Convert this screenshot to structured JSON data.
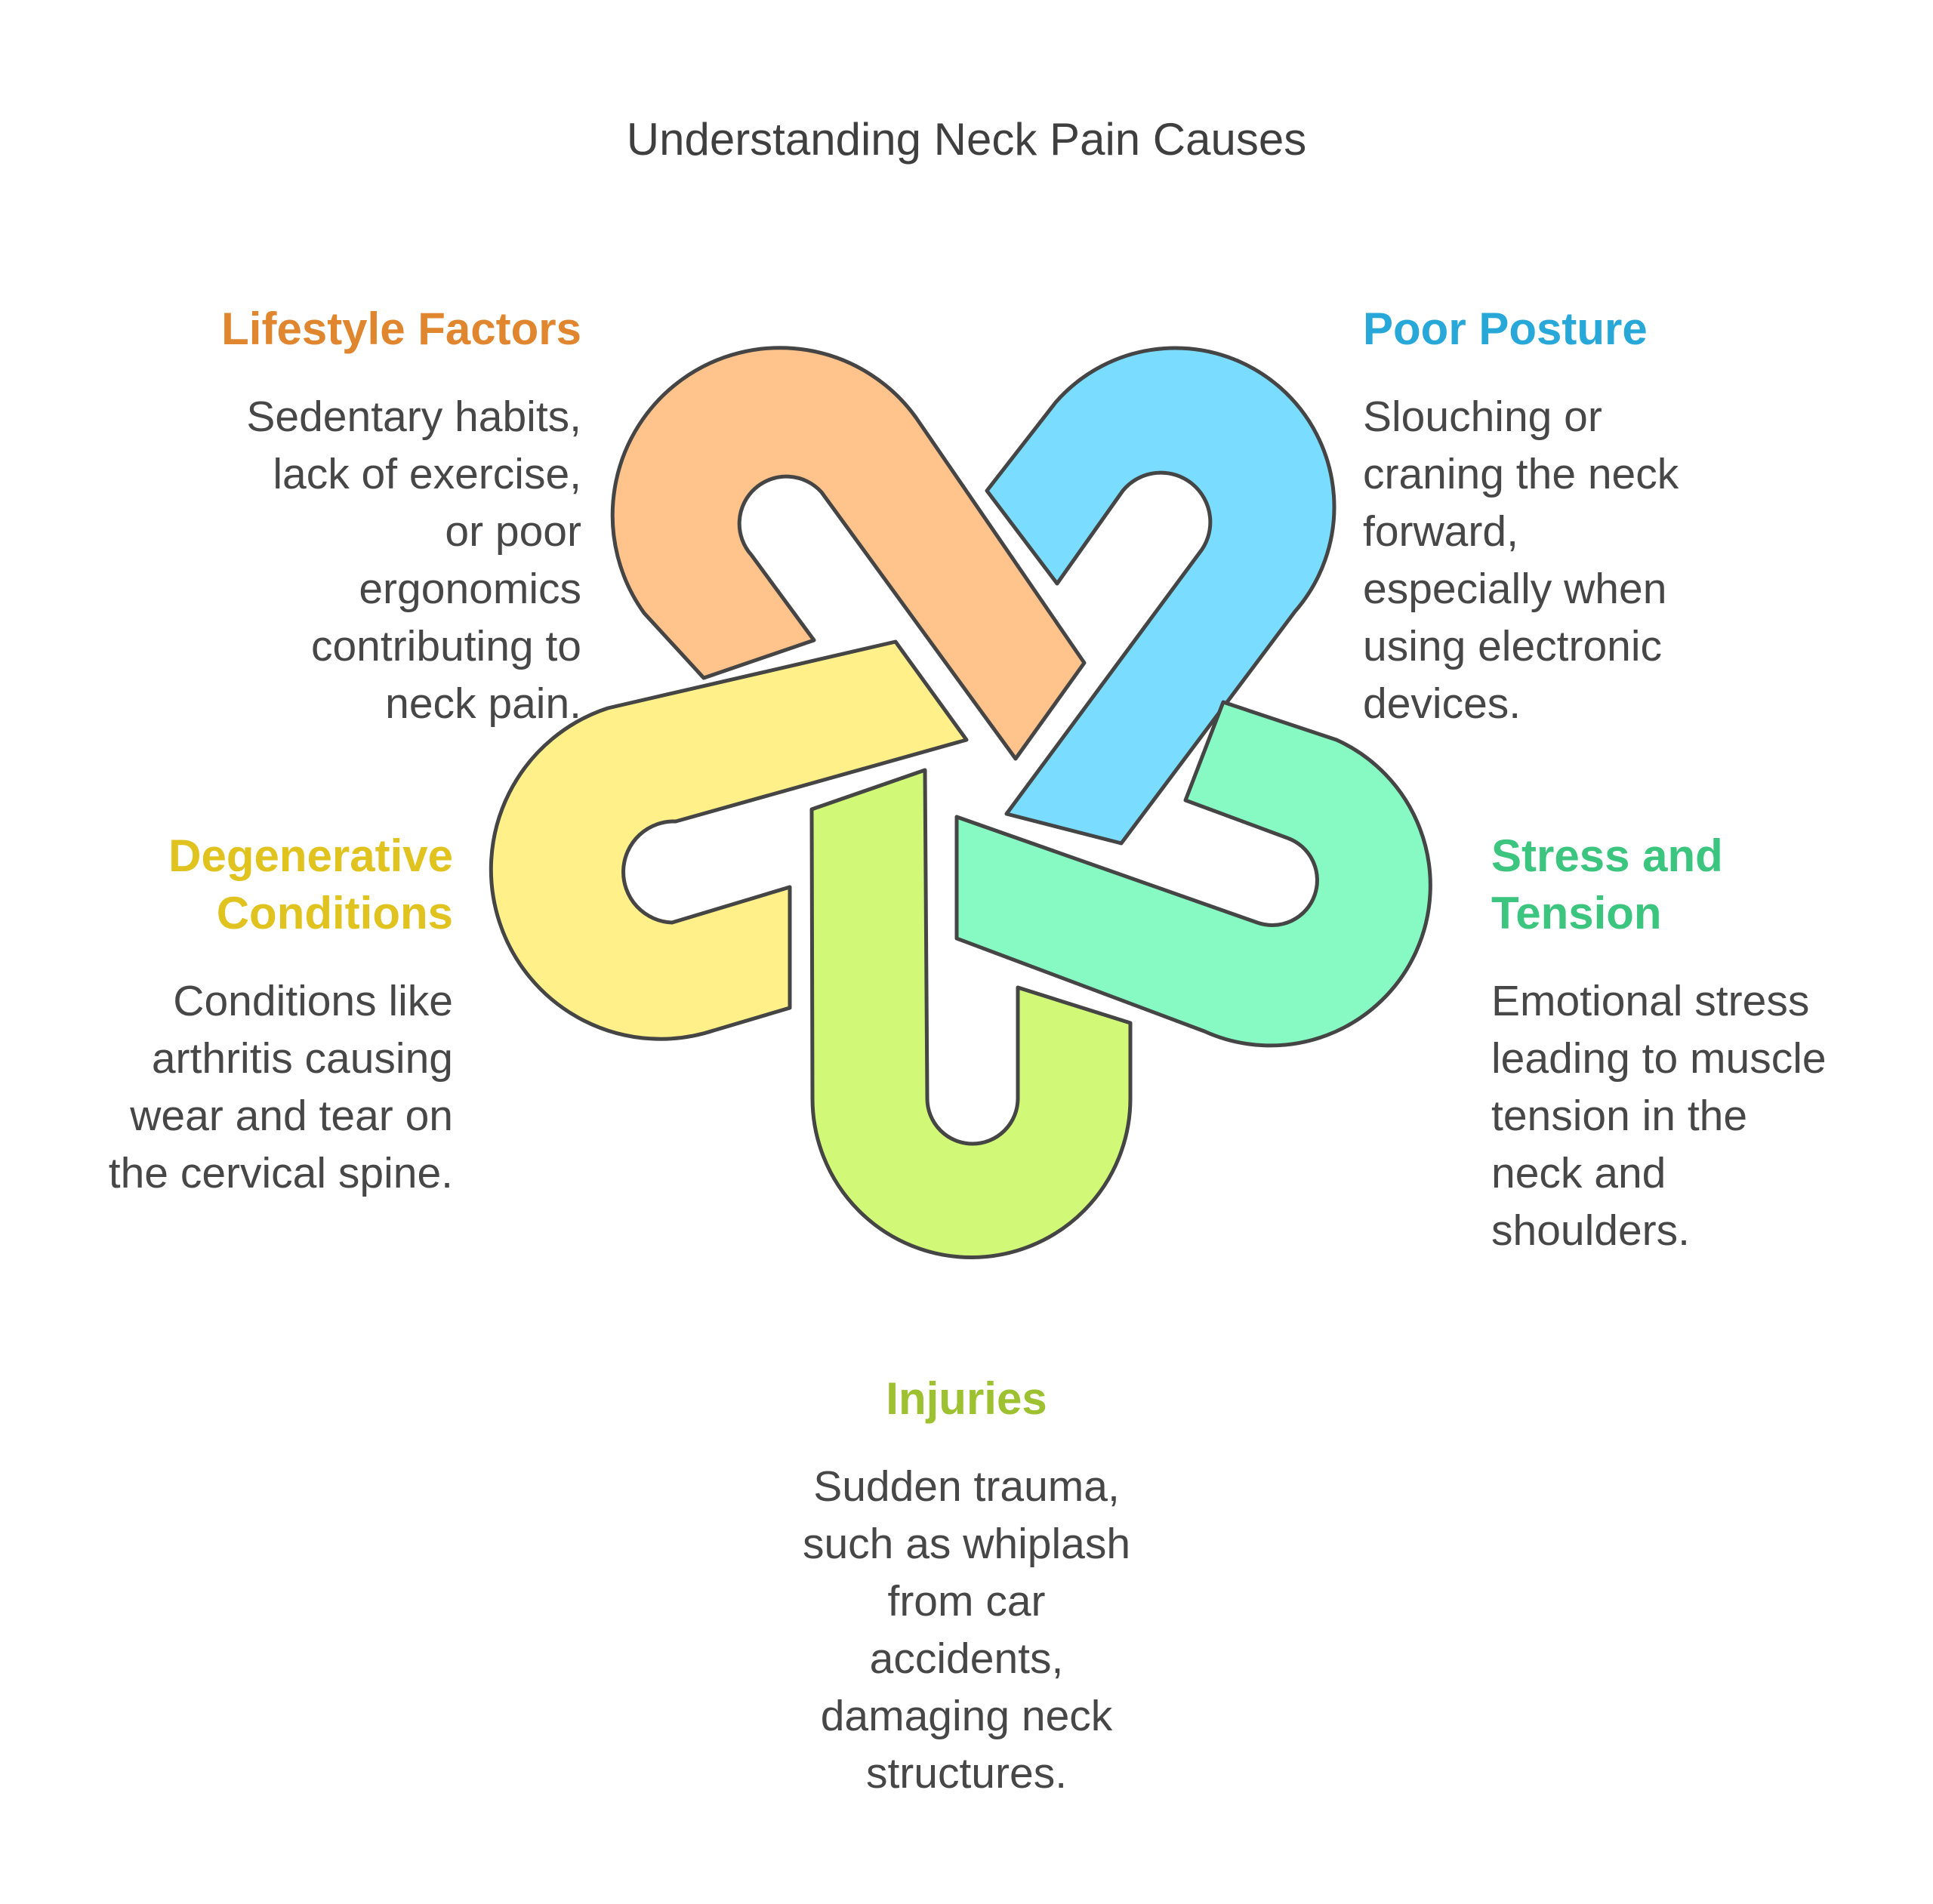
{
  "title": "Understanding Neck Pain Causes",
  "stroke_color": "#454545",
  "items": {
    "lifestyle": {
      "heading": "Lifestyle Factors",
      "text": "Sedentary habits,\nlack of exercise,\nor poor\nergonomics\ncontributing to\nneck pain.",
      "heading_color": "#E0862F",
      "fill": "#FFC38B"
    },
    "posture": {
      "heading": "Poor Posture",
      "text": "Slouching or\ncraning the neck\nforward,\nespecially when\nusing electronic\ndevices.",
      "heading_color": "#27A8D8",
      "fill": "#7ADDFF"
    },
    "degenerative": {
      "heading": "Degenerative\nConditions",
      "text": "Conditions like\narthritis causing\nwear and tear on\nthe cervical spine.",
      "heading_color": "#E0C31F",
      "fill": "#FFF08A"
    },
    "stress": {
      "heading": "Stress and\nTension",
      "text": "Emotional stress\nleading to muscle\ntension in the\nneck and\nshoulders.",
      "heading_color": "#3CC57F",
      "fill": "#86FAC2"
    },
    "injuries": {
      "heading": "Injuries",
      "text": "Sudden trauma,\nsuch as whiplash\nfrom car\naccidents,\ndamaging neck\nstructures.",
      "heading_color": "#9DC131",
      "fill": "#D1F877"
    }
  }
}
